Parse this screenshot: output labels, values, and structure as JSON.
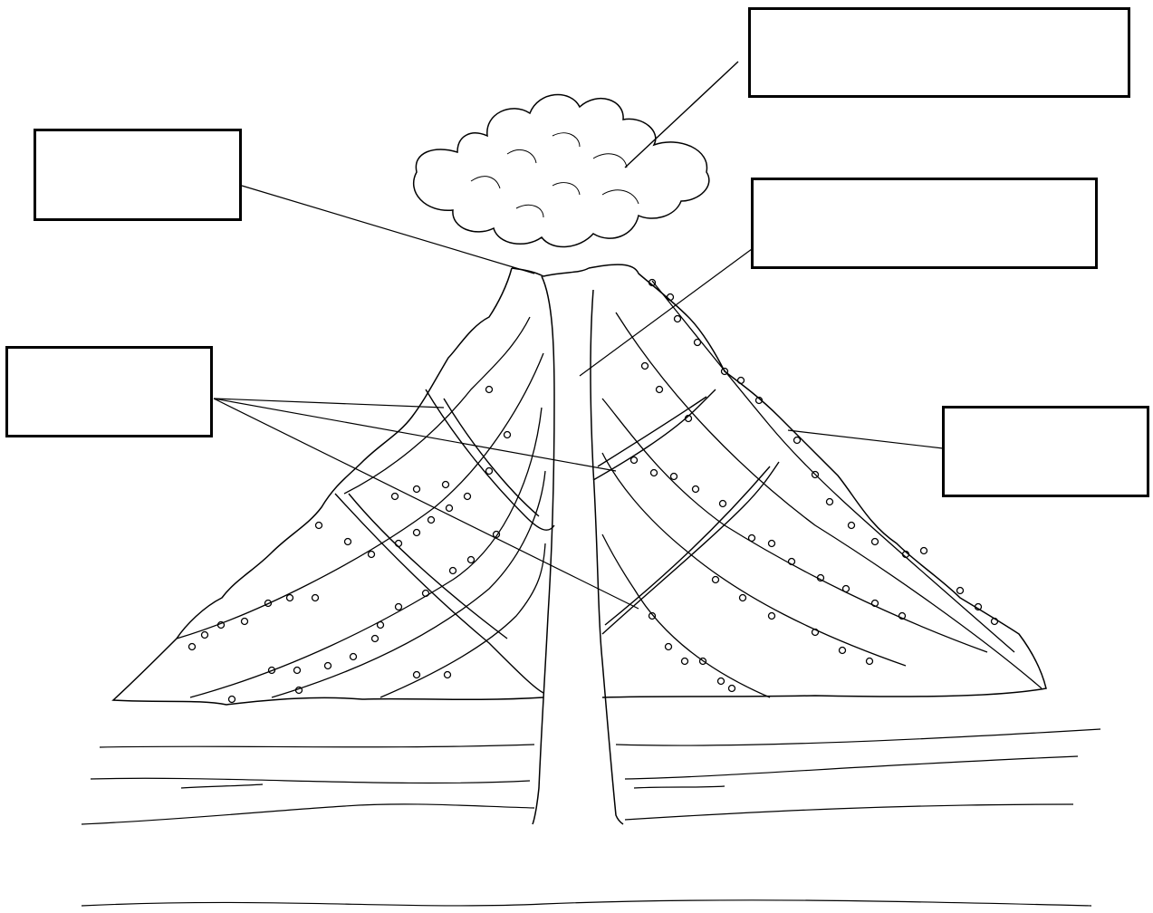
{
  "diagram": {
    "kind": "volcano-cross-section-worksheet",
    "colors": {
      "ink": "#000000",
      "paper": "#ffffff"
    },
    "labels": [
      {
        "id": "ash-cloud",
        "text": ""
      },
      {
        "id": "crater",
        "text": ""
      },
      {
        "id": "main-vent",
        "text": ""
      },
      {
        "id": "side-vents",
        "text": ""
      },
      {
        "id": "layers",
        "text": ""
      }
    ]
  }
}
